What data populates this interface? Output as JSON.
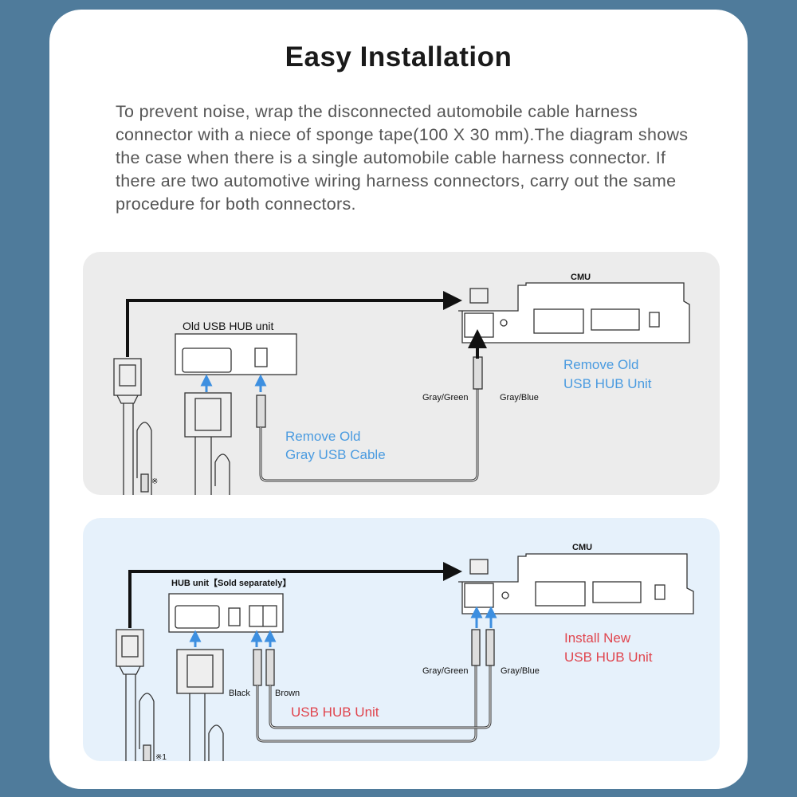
{
  "title": "Easy Installation",
  "description": "To prevent noise, wrap the disconnected automobile cable harness connector with a niece of sponge tape(100 X 30 mm).The diagram shows the case when there is a single automobile cable harness connector. If there are two automotive wiring harness connectors, carry out the same procedure for both connectors.",
  "removal_diagram": {
    "hub_label": "Old USB HUB unit",
    "cmu_label": "CMU",
    "wire_left": "Gray/Green",
    "wire_right": "Gray/Blue",
    "note_mark": "※",
    "cable_note": [
      "Remove Old",
      "Gray USB Cable"
    ],
    "hub_note": [
      "Remove Old",
      "USB HUB Unit"
    ]
  },
  "install_diagram": {
    "hub_label": "HUB unit【Sold separately】",
    "cmu_label": "CMU",
    "wire_left": "Gray/Green",
    "wire_right": "Gray/Blue",
    "wire_black": "Black",
    "wire_brown": "Brown",
    "note_mark": "※1",
    "cable_note": "USB HUB Unit",
    "hub_note": [
      "Install New",
      "USB HUB Unit"
    ]
  },
  "colors": {
    "background": "#4f7b9b",
    "arrow_blue": "#3d8fe0",
    "note_blue": "#4a9be0",
    "note_red": "#e0454e"
  }
}
